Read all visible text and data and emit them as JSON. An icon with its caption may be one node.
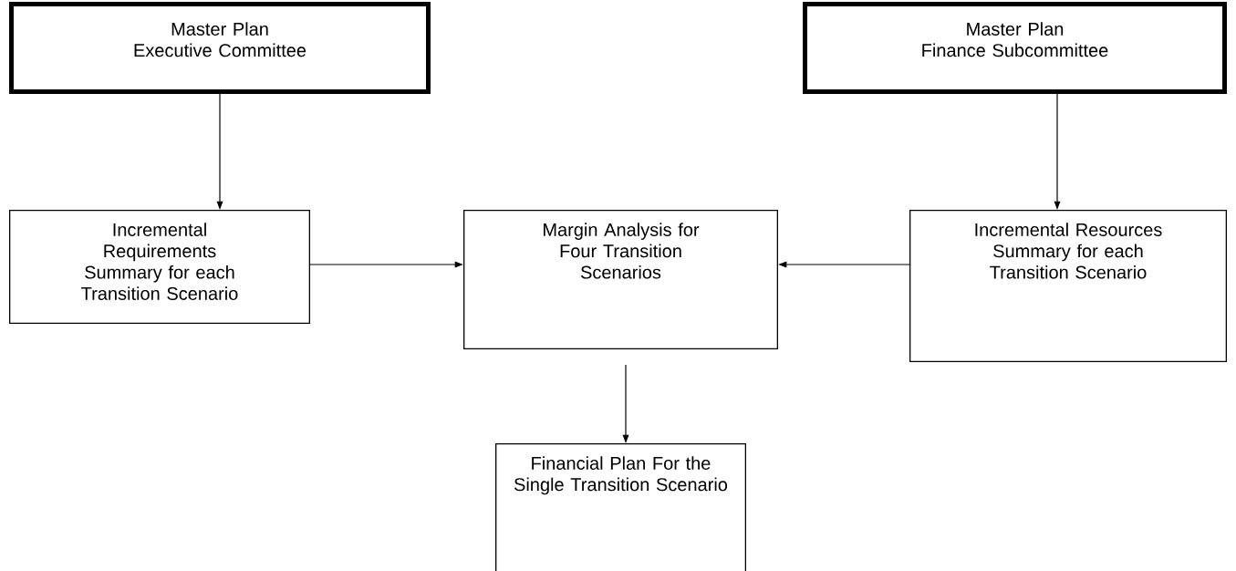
{
  "diagram": {
    "nodes": [
      {
        "text": [
          "Master Plan",
          "Executive Committee"
        ]
      },
      {
        "text": [
          "Incremental Requirements Summary for each Transition Scenario"
        ]
      },
      {
        "text": [
          "Margin Analysis for Four Transition Scenarios"
        ]
      },
      {
        "text": [
          "Master Plan",
          "Finance Subcommittee"
        ]
      },
      {
        "text": [
          "Incremental Resources Summary for each Transition Scenario"
        ]
      },
      {
        "text": [
          "Financial Plan For the Single Transition Scenario"
        ]
      }
    ],
    "edges": [
      {
        "from": 0,
        "to": 1,
        "arrow": "to"
      },
      {
        "from": 3,
        "to": 4,
        "arrow": "to"
      },
      {
        "from": 1,
        "to": 2,
        "arrow": "to"
      },
      {
        "from": 4,
        "to": 2,
        "arrow": "to"
      },
      {
        "from": 2,
        "to": 5,
        "arrow": "to"
      }
    ]
  }
}
